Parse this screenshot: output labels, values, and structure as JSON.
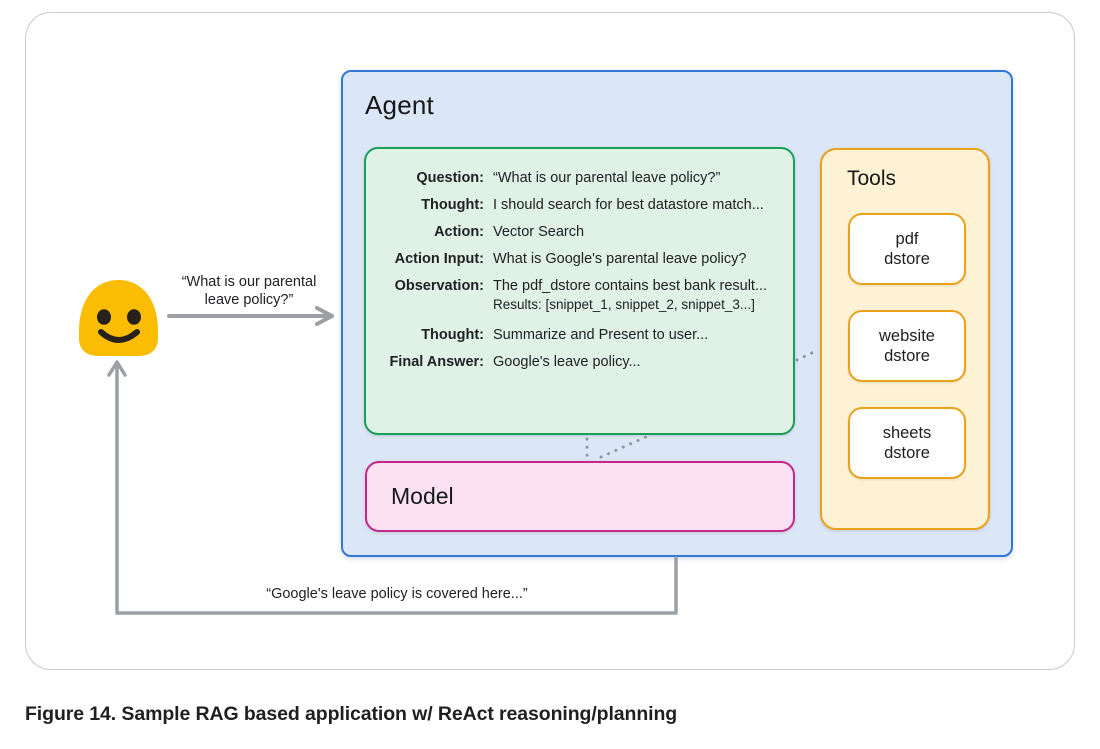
{
  "figure": {
    "caption": "Figure 14. Sample RAG based application w/ ReAct reasoning/planning"
  },
  "user": {
    "emoji": "blob-smiley",
    "query": "“What is our parental leave policy?”",
    "response": "“Google's leave policy is covered here...”"
  },
  "agent": {
    "title": "Agent",
    "react": {
      "rows": [
        {
          "label": "Question:",
          "value": "“What is our parental leave policy?”"
        },
        {
          "label": "Thought:",
          "value": "I should search for best datastore match..."
        },
        {
          "label": "Action:",
          "value": "Vector Search"
        },
        {
          "label": "Action Input:",
          "value": "What is Google's parental leave policy?"
        },
        {
          "label": "Observation:",
          "value": "The pdf_dstore contains best bank result...",
          "value2": "Results: [snippet_1, snippet_2, snippet_3...]"
        },
        {
          "label": "Thought:",
          "value": "Summarize and Present to user..."
        },
        {
          "label": "Final Answer:",
          "value": "Google's leave policy..."
        }
      ]
    },
    "model": {
      "title": "Model"
    },
    "tools": {
      "title": "Tools",
      "items": [
        {
          "line1": "pdf",
          "line2": "dstore"
        },
        {
          "line1": "website",
          "line2": "dstore"
        },
        {
          "line1": "sheets",
          "line2": "dstore"
        }
      ]
    }
  },
  "colors": {
    "agent_fill": "#dbe6f7",
    "agent_border": "#3377d6",
    "react_fill": "#e0f2e6",
    "react_border": "#18a058",
    "model_fill": "#fce1f3",
    "model_border": "#c62787",
    "tools_fill": "#fdf3d4",
    "tools_border": "#eaa21b",
    "arrow_gray": "#9aa0a6",
    "emoji_yellow": "#fbbc04"
  }
}
